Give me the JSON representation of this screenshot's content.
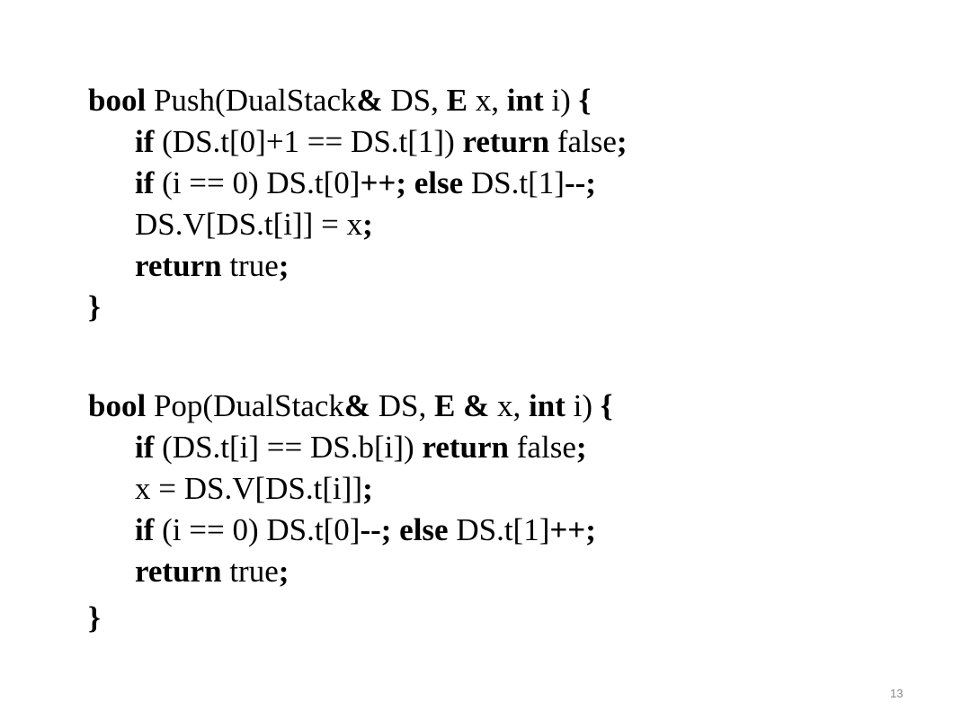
{
  "slide": {
    "code_blocks": [
      {
        "name": "push",
        "lines": [
          {
            "indent": false,
            "tokens": [
              {
                "t": "bool",
                "b": true
              },
              {
                "t": " Push(DualStack",
                "b": false
              },
              {
                "t": "&",
                "b": true
              },
              {
                "t": " DS, ",
                "b": false
              },
              {
                "t": "E",
                "b": true
              },
              {
                "t": " x, ",
                "b": false
              },
              {
                "t": "int",
                "b": true
              },
              {
                "t": " i) ",
                "b": false
              },
              {
                "t": "{",
                "b": true
              }
            ]
          },
          {
            "indent": true,
            "tokens": [
              {
                "t": "if",
                "b": true
              },
              {
                "t": " (DS.t[0]+1 == DS.t[1]) ",
                "b": false
              },
              {
                "t": "return",
                "b": true
              },
              {
                "t": " false",
                "b": false
              },
              {
                "t": ";",
                "b": true
              }
            ]
          },
          {
            "indent": true,
            "tokens": [
              {
                "t": "if",
                "b": true
              },
              {
                "t": " (i == 0) DS.t[0]",
                "b": false
              },
              {
                "t": "++;",
                "b": true
              },
              {
                "t": " ",
                "b": false
              },
              {
                "t": "else",
                "b": true
              },
              {
                "t": " DS.t[1]",
                "b": false
              },
              {
                "t": "--;",
                "b": true
              }
            ]
          },
          {
            "indent": true,
            "tokens": [
              {
                "t": "DS.V[DS.t[i]] = x",
                "b": false
              },
              {
                "t": ";",
                "b": true
              }
            ]
          },
          {
            "indent": true,
            "tokens": [
              {
                "t": "return",
                "b": true
              },
              {
                "t": " true",
                "b": false
              },
              {
                "t": ";",
                "b": true
              }
            ]
          },
          {
            "indent": false,
            "tokens": [
              {
                "t": "}",
                "b": true
              }
            ]
          }
        ]
      },
      {
        "name": "pop",
        "lines": [
          {
            "indent": false,
            "tokens": [
              {
                "t": "bool",
                "b": true
              },
              {
                "t": " Pop(DualStack",
                "b": false
              },
              {
                "t": "&",
                "b": true
              },
              {
                "t": " DS, ",
                "b": false
              },
              {
                "t": "E &",
                "b": true
              },
              {
                "t": " x, ",
                "b": false
              },
              {
                "t": "int",
                "b": true
              },
              {
                "t": " i) ",
                "b": false
              },
              {
                "t": "{",
                "b": true
              }
            ]
          },
          {
            "indent": true,
            "tokens": [
              {
                "t": "if",
                "b": true
              },
              {
                "t": " (DS.t[i] == DS.b[i]) ",
                "b": false
              },
              {
                "t": "return",
                "b": true
              },
              {
                "t": " false",
                "b": false
              },
              {
                "t": ";",
                "b": true
              }
            ]
          },
          {
            "indent": true,
            "tokens": [
              {
                "t": "x = DS.V[DS.t[i]]",
                "b": false
              },
              {
                "t": ";",
                "b": true
              }
            ]
          },
          {
            "indent": true,
            "tokens": [
              {
                "t": "if",
                "b": true
              },
              {
                "t": " (i == 0) DS.t[0]",
                "b": false
              },
              {
                "t": "--;",
                "b": true
              },
              {
                "t": " ",
                "b": false
              },
              {
                "t": "else",
                "b": true
              },
              {
                "t": " DS.t[1]",
                "b": false
              },
              {
                "t": "++;",
                "b": true
              }
            ]
          },
          {
            "indent": true,
            "tokens": [
              {
                "t": "return",
                "b": true
              },
              {
                "t": " true",
                "b": false
              },
              {
                "t": ";",
                "b": true
              }
            ]
          },
          {
            "indent": false,
            "gap": true,
            "tokens": [
              {
                "t": "}",
                "b": true
              }
            ]
          }
        ]
      }
    ],
    "page_number": "13"
  }
}
